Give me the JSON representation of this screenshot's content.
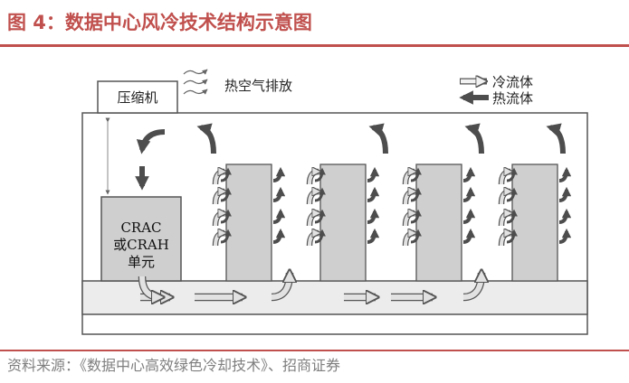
{
  "figure": {
    "title": "图 4：数据中心风冷技术结构示意图",
    "source": "资料来源：《数据中心高效绿色冷却技术》、招商证券"
  },
  "diagram": {
    "compressor_label": "压缩机",
    "exhaust_label": "热空气排放",
    "legend": {
      "cold": "冷流体",
      "hot": "热流体"
    },
    "crac_lines": [
      "CRAC",
      "或CRAH",
      "单元"
    ]
  },
  "colors": {
    "accent": "#c0504d",
    "hot_arrow": "#4d4d4d",
    "cold_arrow": "#d9d9d9",
    "rack_fill": "#cfcfcf",
    "crac_fill": "#cfcfcf",
    "floor_fill": "#ececec"
  }
}
